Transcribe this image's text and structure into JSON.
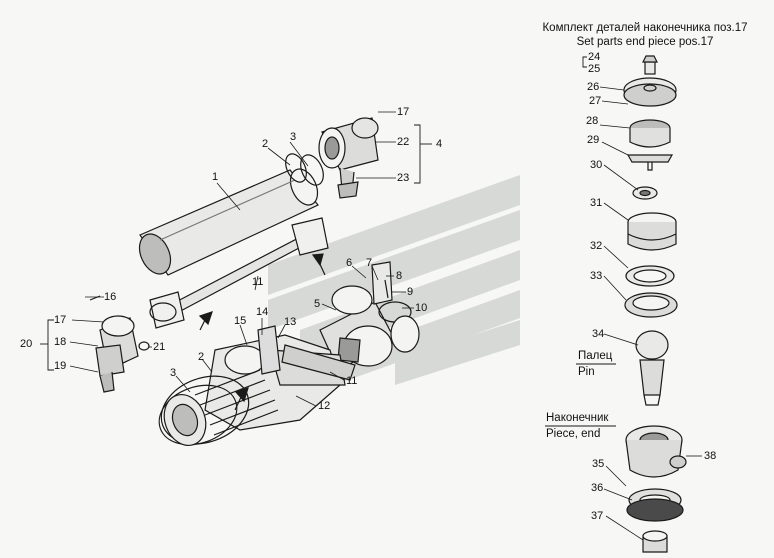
{
  "header": {
    "line1": "Комплект деталей наконечника поз.17",
    "line2": "Set parts end piece pos.17"
  },
  "captions": {
    "pin_ru": "Палец",
    "pin_en": "Pin",
    "end_ru": "Наконечник",
    "end_en": "Piece, end"
  },
  "callouts": {
    "n1": "1",
    "n2a": "2",
    "n3a": "3",
    "n4": "4",
    "n17a": "17",
    "n22": "22",
    "n23": "23",
    "n6": "6",
    "n7": "7",
    "n8": "8",
    "n9": "9",
    "n5": "5",
    "n10": "10",
    "n11a": "11",
    "n16": "16",
    "n17b": "17",
    "n18": "18",
    "n19": "19",
    "n20": "20",
    "n21": "21",
    "n15": "15",
    "n14": "14",
    "n13": "13",
    "n2b": "2",
    "n3b": "3",
    "n11b": "11",
    "n12": "12",
    "n24": "24",
    "n25": "25",
    "n26": "26",
    "n27": "27",
    "n28": "28",
    "n29": "29",
    "n30": "30",
    "n31": "31",
    "n32": "32",
    "n33": "33",
    "n34": "34",
    "n35": "35",
    "n36": "36",
    "n37": "37",
    "n38": "38"
  },
  "colors": {
    "line": "#1a1a1a",
    "watermark": "#c9ccc9",
    "shade": "#8a8a8a"
  }
}
